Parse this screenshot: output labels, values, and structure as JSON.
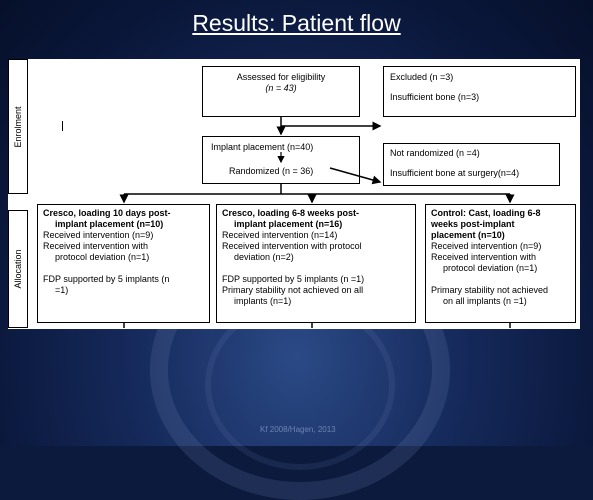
{
  "title": "Results: Patient flow",
  "enrolment_label": "Enrolment",
  "allocation_label": "Allocation",
  "assessed": {
    "line1": "Assessed for eligibility",
    "line2": "(n = 43)"
  },
  "excluded": {
    "line1": "Excluded (n =3)",
    "line2": "Insufficient bone (n=3)"
  },
  "implant": {
    "line1": "Implant placement (n=40)",
    "line2": "Randomized (n = 36)"
  },
  "not_randomized": {
    "line1": "Not randomized (n =4)",
    "line2": "Insufficient bone at surgery(n=4)"
  },
  "arms": [
    {
      "heading1": "Cresco, loading 10 days post-",
      "heading2": "implant placement (n=10)",
      "l1": "Received intervention (n=9)",
      "l2": "Received intervention with",
      "l3": "protocol deviation (n=1)",
      "l4": "FDP supported by 5 implants (n",
      "l5": "=1)"
    },
    {
      "heading1": "Cresco, loading 6-8 weeks post-",
      "heading2": "implant placement (n=16)",
      "l1": "Received intervention (n=14)",
      "l2": "Received intervention with protocol",
      "l3": "deviation (n=2)",
      "l4": "FDP supported by 5 implants (n =1)",
      "l5": "Primary stability not achieved on all",
      "l6": "implants (n=1)"
    },
    {
      "heading1": "Control: Cast, loading 6-8",
      "heading2": "weeks post-implant",
      "heading3": "placement (n=10)",
      "l1": "Received intervention (n=9)",
      "l2": "Received intervention with",
      "l3": "protocol deviation (n=1)",
      "l4": "Primary stability not achieved",
      "l5": "on all implants (n =1)"
    }
  ],
  "footer": "Kf 2008/Hagen, 2013"
}
